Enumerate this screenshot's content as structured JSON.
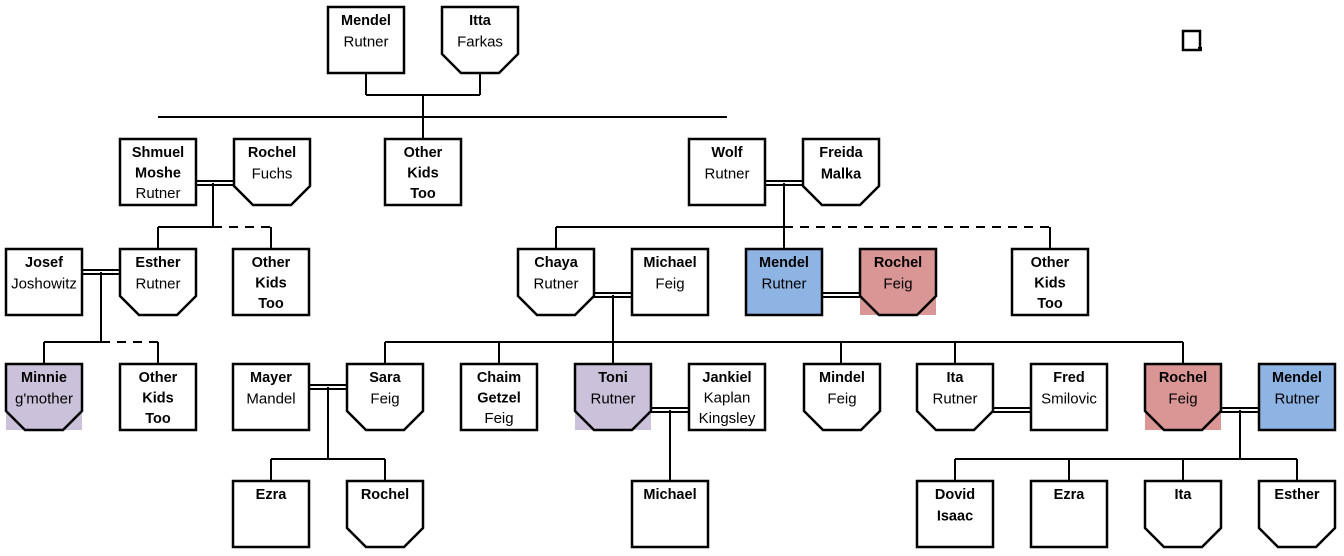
{
  "colors": {
    "male_highlight": "#8eb4e3",
    "female_highlight": "#d99694",
    "lavender_highlight": "#ccc1da",
    "line": "#000000"
  },
  "people": [
    {
      "id": "p1",
      "shape": "male",
      "fill": null,
      "bold": [
        "Mendel"
      ],
      "plain": [
        "Rutner"
      ]
    },
    {
      "id": "p2",
      "shape": "female",
      "fill": null,
      "bold": [
        "Itta"
      ],
      "plain": [
        "Farkas"
      ]
    },
    {
      "id": "p3",
      "shape": "male",
      "fill": null,
      "bold": [
        "Shmuel",
        "Moshe"
      ],
      "plain": [
        "Rutner"
      ]
    },
    {
      "id": "p4",
      "shape": "female",
      "fill": null,
      "bold": [
        "Rochel"
      ],
      "plain": [
        "Fuchs"
      ]
    },
    {
      "id": "p5",
      "shape": "male",
      "fill": null,
      "bold": [
        "Other",
        "Kids",
        "Too"
      ],
      "plain": []
    },
    {
      "id": "p6",
      "shape": "male",
      "fill": null,
      "bold": [
        "Wolf"
      ],
      "plain": [
        "Rutner"
      ]
    },
    {
      "id": "p7",
      "shape": "female",
      "fill": null,
      "bold": [
        "Freida",
        "Malka"
      ],
      "plain": []
    },
    {
      "id": "p8",
      "shape": "male",
      "fill": null,
      "bold": [
        "Josef"
      ],
      "plain": [
        "Joshowitz"
      ]
    },
    {
      "id": "p9",
      "shape": "female",
      "fill": null,
      "bold": [
        "Esther"
      ],
      "plain": [
        "Rutner"
      ]
    },
    {
      "id": "p10",
      "shape": "male",
      "fill": null,
      "bold": [
        "Other",
        "Kids",
        "Too"
      ],
      "plain": []
    },
    {
      "id": "p11",
      "shape": "female",
      "fill": null,
      "bold": [
        "Chaya"
      ],
      "plain": [
        "Rutner"
      ]
    },
    {
      "id": "p12",
      "shape": "male",
      "fill": null,
      "bold": [
        "Michael"
      ],
      "plain": [
        "Feig"
      ]
    },
    {
      "id": "p13",
      "shape": "male",
      "fill": "male",
      "bold": [
        "Mendel"
      ],
      "plain": [
        "Rutner"
      ]
    },
    {
      "id": "p14",
      "shape": "female",
      "fill": "female",
      "bold": [
        "Rochel"
      ],
      "plain": [
        "Feig"
      ]
    },
    {
      "id": "p15",
      "shape": "male",
      "fill": null,
      "bold": [
        "Other",
        "Kids",
        "Too"
      ],
      "plain": []
    },
    {
      "id": "p16",
      "shape": "female",
      "fill": "lavender",
      "bold": [
        "Minnie"
      ],
      "plain": [
        "g'mother"
      ]
    },
    {
      "id": "p17",
      "shape": "male",
      "fill": null,
      "bold": [
        "Other",
        "Kids",
        "Too"
      ],
      "plain": []
    },
    {
      "id": "p18",
      "shape": "male",
      "fill": null,
      "bold": [
        "Mayer"
      ],
      "plain": [
        "Mandel"
      ]
    },
    {
      "id": "p19",
      "shape": "female",
      "fill": null,
      "bold": [
        "Sara"
      ],
      "plain": [
        "Feig"
      ]
    },
    {
      "id": "p20",
      "shape": "male",
      "fill": null,
      "bold": [
        "Chaim",
        "Getzel"
      ],
      "plain": [
        "Feig"
      ]
    },
    {
      "id": "p21",
      "shape": "female",
      "fill": "lavender",
      "bold": [
        "Toni"
      ],
      "plain": [
        "Rutner"
      ]
    },
    {
      "id": "p22",
      "shape": "male",
      "fill": null,
      "bold": [
        "Jankiel"
      ],
      "plain": [
        "Kaplan",
        "Kingsley"
      ]
    },
    {
      "id": "p23",
      "shape": "female",
      "fill": null,
      "bold": [
        "Mindel"
      ],
      "plain": [
        "Feig"
      ]
    },
    {
      "id": "p24",
      "shape": "female",
      "fill": null,
      "bold": [
        "Ita"
      ],
      "plain": [
        "Rutner"
      ]
    },
    {
      "id": "p25",
      "shape": "male",
      "fill": null,
      "bold": [
        "Fred"
      ],
      "plain": [
        "Smilovic"
      ]
    },
    {
      "id": "p26",
      "shape": "female",
      "fill": "female",
      "bold": [
        "Rochel"
      ],
      "plain": [
        "Feig"
      ]
    },
    {
      "id": "p27",
      "shape": "male",
      "fill": "male",
      "bold": [
        "Mendel"
      ],
      "plain": [
        "Rutner"
      ]
    },
    {
      "id": "p28",
      "shape": "male",
      "fill": null,
      "bold": [
        "Ezra"
      ],
      "plain": []
    },
    {
      "id": "p29",
      "shape": "female",
      "fill": null,
      "bold": [
        "Rochel"
      ],
      "plain": []
    },
    {
      "id": "p30",
      "shape": "male",
      "fill": null,
      "bold": [
        "Michael"
      ],
      "plain": []
    },
    {
      "id": "p31",
      "shape": "male",
      "fill": null,
      "bold": [
        "Dovid",
        "Isaac"
      ],
      "plain": []
    },
    {
      "id": "p32",
      "shape": "male",
      "fill": null,
      "bold": [
        "Ezra"
      ],
      "plain": []
    },
    {
      "id": "p33",
      "shape": "female",
      "fill": null,
      "bold": [
        "Ita"
      ],
      "plain": []
    },
    {
      "id": "p34",
      "shape": "female",
      "fill": null,
      "bold": [
        "Esther"
      ],
      "plain": []
    }
  ]
}
